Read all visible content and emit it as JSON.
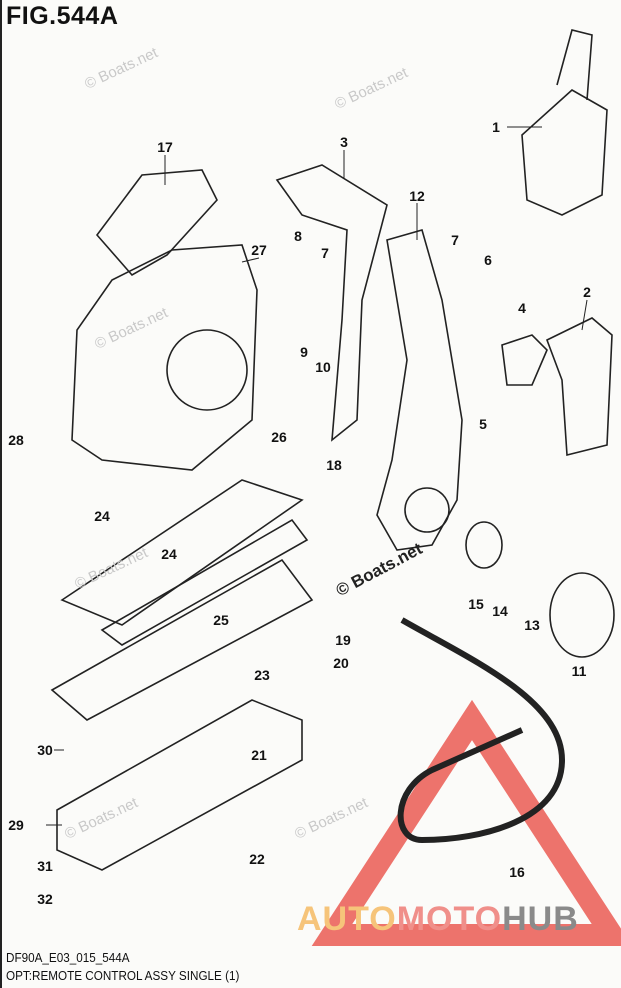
{
  "title": "FIG.544A",
  "callouts": [
    "1",
    "2",
    "3",
    "4",
    "5",
    "6",
    "7",
    "7",
    "8",
    "9",
    "10",
    "11",
    "12",
    "13",
    "14",
    "15",
    "16",
    "17",
    "18",
    "19",
    "20",
    "21",
    "22",
    "23",
    "24",
    "24",
    "25",
    "26",
    "27",
    "28",
    "29",
    "30",
    "31",
    "32"
  ],
  "watermark": "© Boats.net",
  "footer": {
    "code": "DF90A_E03_015_544A",
    "description": "OPT:REMOTE CONTROL ASSY SINGLE (1)"
  },
  "logo": {
    "part1": "AUTO",
    "part2": "MOTO",
    "part3": "HUB",
    "colors": {
      "auto": "#f6c47a",
      "moto": "#f08f8a",
      "hub": "#8a8a8a",
      "triangle": "#e8453c"
    }
  }
}
